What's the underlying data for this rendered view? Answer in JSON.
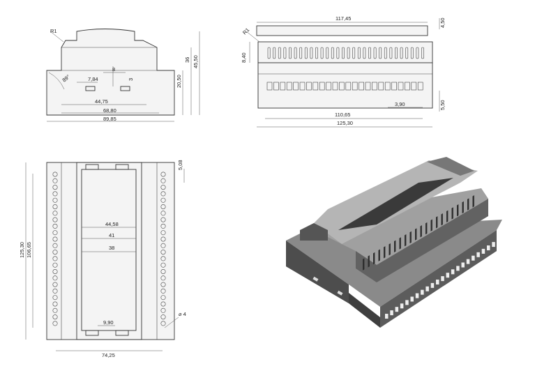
{
  "front_view": {
    "radius": "R1",
    "angle": "89°",
    "dim_7_84": "7,84",
    "dim_8": "8",
    "dim_3": "3",
    "dim_44_75": "44,75",
    "dim_68_80": "68,80",
    "dim_89_85": "89,85",
    "dim_20_50": "20,50",
    "dim_36": "36",
    "dim_45_50": "45,50"
  },
  "side_view": {
    "radius": "R1",
    "dim_117_45": "117,45",
    "dim_4_50": "4,50",
    "dim_8_40": "8,40",
    "dim_3_90": "3,90",
    "dim_5_50": "5,50",
    "dim_110_65": "110,65",
    "dim_125_30": "125,30"
  },
  "top_view": {
    "dim_5_08": "5,08",
    "dim_44_58": "44,58",
    "dim_41": "41",
    "dim_38": "38",
    "dim_125_30": "125,30",
    "dim_106_65": "106,65",
    "dim_9_90": "9,90",
    "dim_diam_4": "⌀ 4",
    "dim_74_25": "74,25"
  },
  "colors": {
    "line": "#333333",
    "render_dark": "#4a4a4a",
    "render_mid": "#6e6e6e",
    "render_light": "#9a9a9a"
  }
}
